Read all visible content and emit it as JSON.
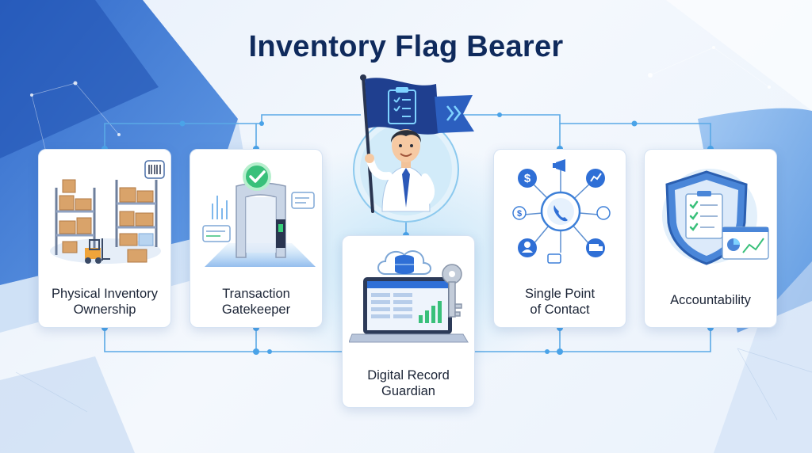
{
  "title": "Inventory Flag Bearer",
  "roles": [
    {
      "id": "physical",
      "line1": "Physical Inventory",
      "line2": "Ownership"
    },
    {
      "id": "transaction",
      "line1": "Transaction",
      "line2": "Gatekeeper"
    },
    {
      "id": "digital",
      "line1": "Digital Record",
      "line2": "Guardian"
    },
    {
      "id": "contact",
      "line1": "Single Point",
      "line2": "of Contact"
    },
    {
      "id": "account",
      "line1": "Accountability",
      "line2": ""
    }
  ],
  "icons": {
    "flag": "clipboard-flag-icon",
    "physical": "warehouse-shelves-icon",
    "transaction": "gate-checkmark-icon",
    "digital": "laptop-cloud-key-icon",
    "contact": "phone-hub-icon",
    "account": "shield-checklist-icon"
  },
  "colors": {
    "title": "#0f2a5c",
    "accent": "#2f6fd6",
    "connector": "#5aa9e6",
    "check": "#2fbf71"
  }
}
